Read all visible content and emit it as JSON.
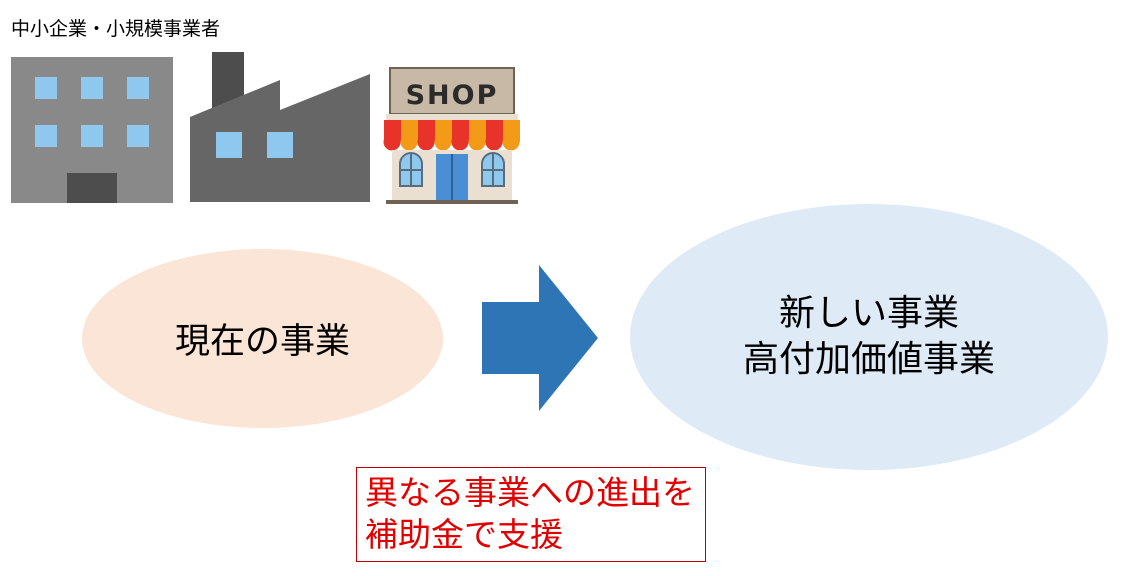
{
  "header": {
    "category_label": "中小企業・小規模事業者"
  },
  "icons": {
    "office": "office-building-icon",
    "factory": "factory-icon",
    "shop": "shop-icon",
    "shop_sign": "SHOP"
  },
  "current": {
    "label": "現在の事業"
  },
  "new_business": {
    "line1": "新しい事業",
    "line2": "高付加価値事業"
  },
  "support": {
    "line1": "異なる事業への進出を",
    "line2": "補助金で支援"
  },
  "colors": {
    "current_fill": "#fbe5d6",
    "new_fill": "#deebf7",
    "arrow": "#2e75b6",
    "support_text": "#e00000",
    "support_border": "#c00000"
  }
}
